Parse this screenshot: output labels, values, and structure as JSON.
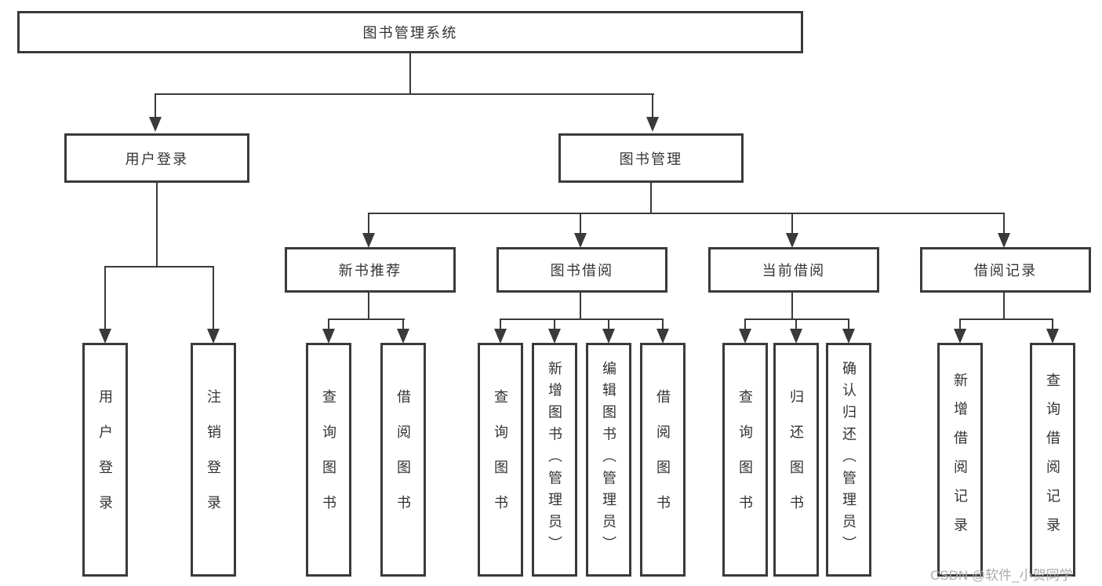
{
  "diagram": {
    "root": "图书管理系统",
    "level2": [
      "用户登录",
      "图书管理"
    ],
    "level3": [
      "新书推荐",
      "图书借阅",
      "当前借阅",
      "借阅记录"
    ],
    "leaves": [
      "用户登录",
      "注销登录",
      "查询图书",
      "借阅图书",
      "查询图书",
      "新增图书（管理员）",
      "编辑图书（管理员）",
      "借阅图书",
      "查询图书",
      "归还图书",
      "确认归还（管理员）",
      "新增借阅记录",
      "查询借阅记录"
    ]
  },
  "watermark": "CSDN @软件_小贺同学",
  "colors": {
    "line": "#3a3a3a",
    "text": "#333333",
    "watermark": "#aaaaaa",
    "background": "#ffffff"
  }
}
